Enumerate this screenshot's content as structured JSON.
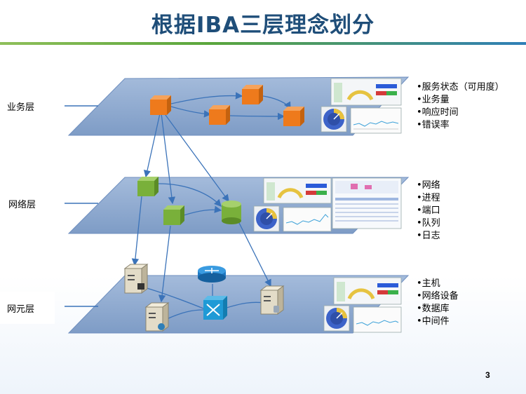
{
  "title": "根据IBA三层理念划分",
  "page_number": "3",
  "layers": [
    {
      "label": "业务层",
      "bullets": [
        "服务状态（可用度）",
        "业务量",
        "响应时间",
        "错误率"
      ]
    },
    {
      "label": "网络层",
      "bullets": [
        "网络",
        "进程",
        "端口",
        "队列",
        "日志"
      ]
    },
    {
      "label": "网元层",
      "bullets": [
        "主机",
        "网络设备",
        "数据库",
        "中间件"
      ]
    }
  ],
  "colors": {
    "title": "#1f4e79",
    "plane": "#8ea9cf",
    "business_node": "#f07d1e",
    "network_node": "#79b03a",
    "arrow": "#3b73b9"
  },
  "icons": [
    "server-icon",
    "router-icon",
    "switch-icon",
    "database-server-icon",
    "gauge-icon",
    "dashboard-panel-icon"
  ]
}
